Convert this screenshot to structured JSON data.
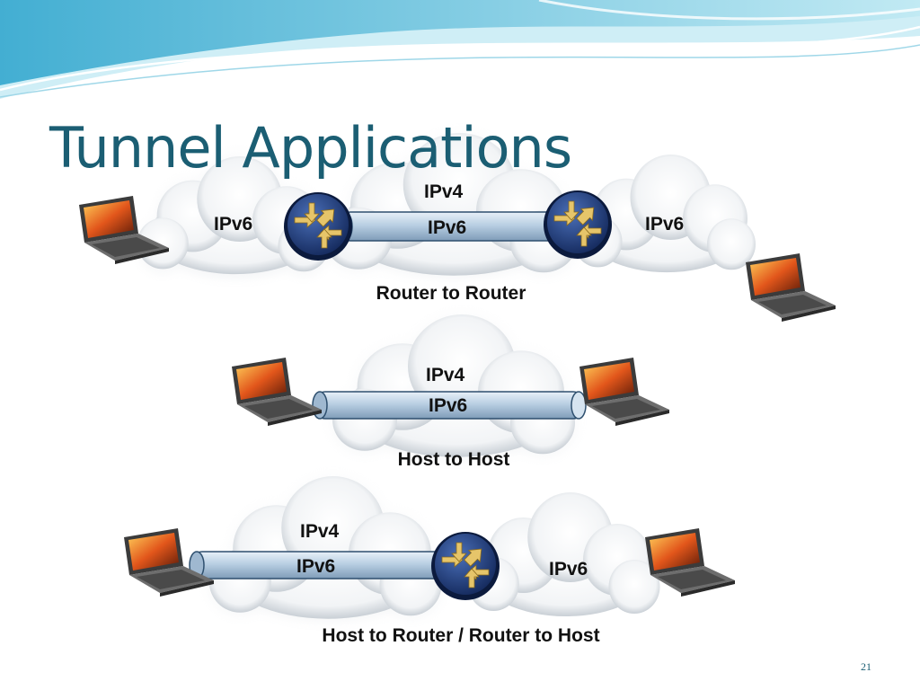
{
  "slide": {
    "title": "Tunnel Applications",
    "page_number": "21"
  },
  "colors": {
    "title": "#1b5e73",
    "tunnel_fill": "#b9cfe3",
    "router_fill": "#1f3f86",
    "arrow_fill": "#d8b85c",
    "laptop_screen": "#e2561b",
    "banner_blue": "#4fb6d6"
  },
  "scenarios": [
    {
      "name": "router-to-router",
      "caption": "Router to Router",
      "core_label": "IPv4",
      "tunnel_label": "IPv6",
      "edge_labels": [
        "IPv6",
        "IPv6"
      ]
    },
    {
      "name": "host-to-host",
      "caption": "Host to Host",
      "core_label": "IPv4",
      "tunnel_label": "IPv6"
    },
    {
      "name": "host-to-router",
      "caption": "Host to Router / Router to Host",
      "core_label": "IPv4",
      "tunnel_label": "IPv6",
      "edge_labels": [
        "IPv6"
      ]
    }
  ],
  "icons": [
    "laptop-icon",
    "router-icon",
    "cloud-icon"
  ]
}
